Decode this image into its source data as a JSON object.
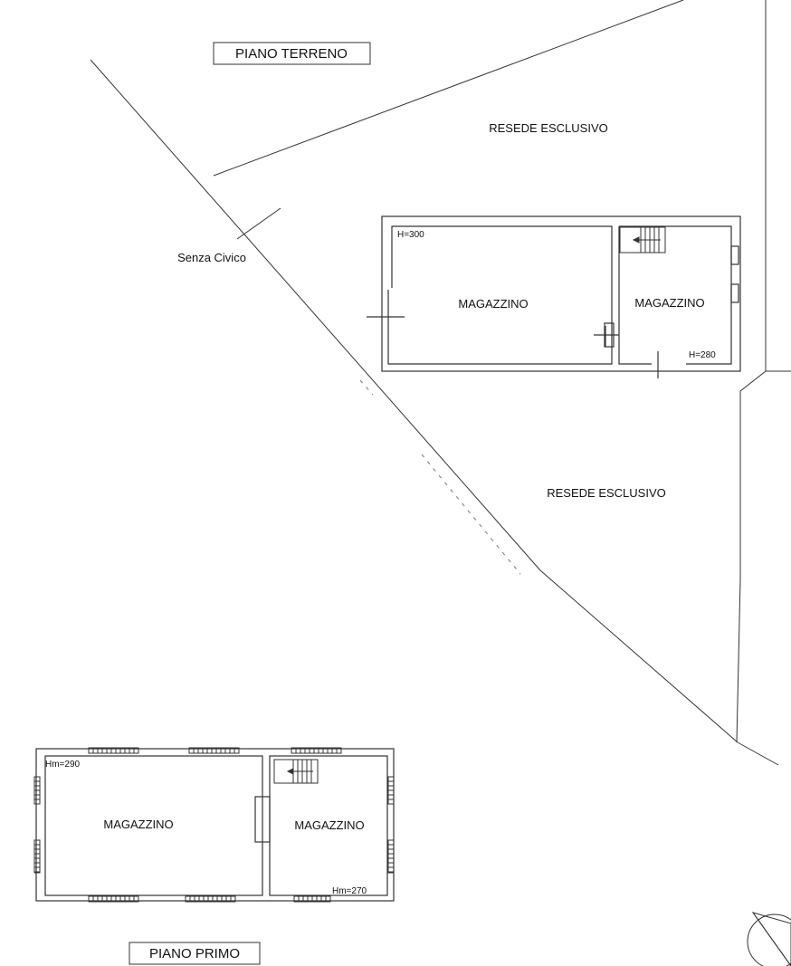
{
  "titles": {
    "ground_floor": "PIANO TERRENO",
    "first_floor": "PIANO PRIMO"
  },
  "site": {
    "resede_upper": "RESEDE ESCLUSIVO",
    "resede_lower": "RESEDE ESCLUSIVO",
    "street_label": "Senza Civico"
  },
  "ground_floor": {
    "room_left": {
      "name": "MAGAZZINO",
      "height": "H=300"
    },
    "room_right": {
      "name": "MAGAZZINO",
      "height": "H=280"
    }
  },
  "first_floor": {
    "room_left": {
      "name": "MAGAZZINO",
      "height": "Hm=290"
    },
    "room_right": {
      "name": "MAGAZZINO",
      "height": "Hm=270"
    }
  },
  "colors": {
    "line": "#333333",
    "text": "#111111"
  },
  "icons": [
    "stair-icon",
    "north-arrow-icon"
  ]
}
